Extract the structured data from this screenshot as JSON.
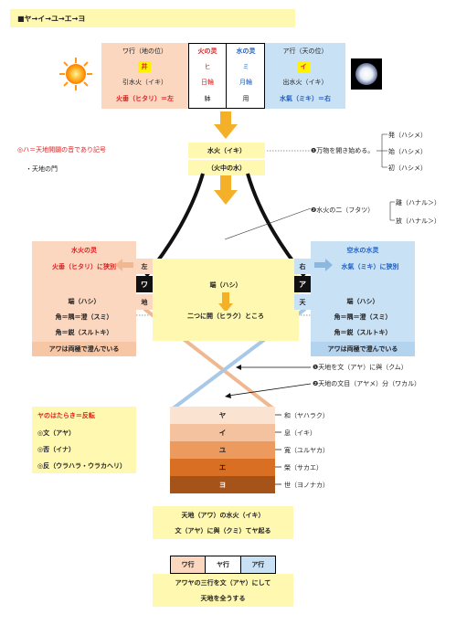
{
  "header": {
    "title": "■ヤ→イ→ユ→エ→ヨ"
  },
  "top_table": {
    "wa_col": {
      "title": "ワ行（地の位）",
      "i_box": "井",
      "line2": "引水火（イキ）",
      "line3": "火垂（ヒタリ）＝左"
    },
    "fire_col": {
      "title": "火の灵",
      "r1": "ヒ",
      "r2": "日輪",
      "r3": "躰"
    },
    "water_col": {
      "title": "水の灵",
      "r1": "ミ",
      "r2": "月輪",
      "r3": "用"
    },
    "a_col": {
      "title": "ア行（天の位）",
      "i_box": "イ",
      "line2": "出水火（イキ）",
      "line3": "水氣（ミキ）＝右"
    }
  },
  "center": {
    "suika": "水火（イキ）",
    "suika_mid": "（火中の水）",
    "ha_note": "◎ハ＝天地開闢の音であり記号",
    "tenchi_gate": "・天地の門",
    "banbutsu": "❶万物を開き始める。",
    "hatsu": "発（ハシメ）",
    "shi": "始（ハシメ）",
    "sho": "初（ハシメ）",
    "futatsu": "❷水火の二（フタツ）",
    "ri": "離（ハナル＞）",
    "hou": "放（ハナル＞）"
  },
  "left_panel": {
    "title": "水火の灵",
    "sub": "火垂（ヒタリ）に狭別",
    "ha": "端（ハシ）",
    "sumi": "角＝隅＝澄（スミ）",
    "surudoki": "角＝鋭（スルトキ）",
    "footer": "アワは両極で澄んでいる",
    "tag_top": "左",
    "tag_mid": "ワ",
    "tag_bot": "地"
  },
  "right_panel": {
    "title": "空水の水灵",
    "sub": "水氣（ミキ）に狭別",
    "ha": "端（ハシ）",
    "sumi": "角＝隅＝澄（スミ）",
    "surudoki": "角＝鋭（スルトキ）",
    "footer": "アワは両極で澄んでいる",
    "tag_top": "右",
    "tag_mid": "ア",
    "tag_bot": "天"
  },
  "middle_box": {
    "ha": "端（ハシ）",
    "hiraku": "二つに開（ヒラク）ところ"
  },
  "weave": {
    "kumu": "❶天地を文（アヤ）に與（クム）",
    "wakaru": "❷天地の文目（アヤメ）分（ワカル）"
  },
  "hataraki": {
    "title": "ヤのはたらき＝反転",
    "aya": "◎文（アヤ）",
    "ina": "◎否（イナ）",
    "hen": "◎反（ウラハラ・ウラカヘリ）"
  },
  "stripes": [
    {
      "kana": "ヤ",
      "label": "和（ヤハラク）",
      "color": "#fbe3d2"
    },
    {
      "kana": "イ",
      "label": "息（イキ）",
      "color": "#f5c2a0"
    },
    {
      "kana": "ユ",
      "label": "寛（ユルヤカ）",
      "color": "#ec9a5e"
    },
    {
      "kana": "エ",
      "label": "榮（サカエ）",
      "color": "#d86f22"
    },
    {
      "kana": "ヨ",
      "label": "世（ヨノナカ）",
      "color": "#a6531a"
    }
  ],
  "bottom": {
    "line1": "天地（アワ）の水火（イキ）",
    "line2": "文（アヤ）に與（クミ）てヤ起る",
    "row_wa": "ワ行",
    "row_ya": "ヤ行",
    "row_a": "ア行",
    "conclusion1": "アワヤの三行を文（アヤ）にして",
    "conclusion2": "天地を全うする"
  },
  "icons": [
    "sun-icon",
    "moon-icon",
    "down-arrow-icon",
    "left-arrow-icon",
    "right-arrow-icon"
  ],
  "colors": {
    "yellow_bg": "#fff8b0",
    "peach": "#fbd7c0",
    "light_blue": "#c9e1f5",
    "orange_arrow": "#f5b02a",
    "red": "#e02020",
    "blue": "#2060c0"
  }
}
